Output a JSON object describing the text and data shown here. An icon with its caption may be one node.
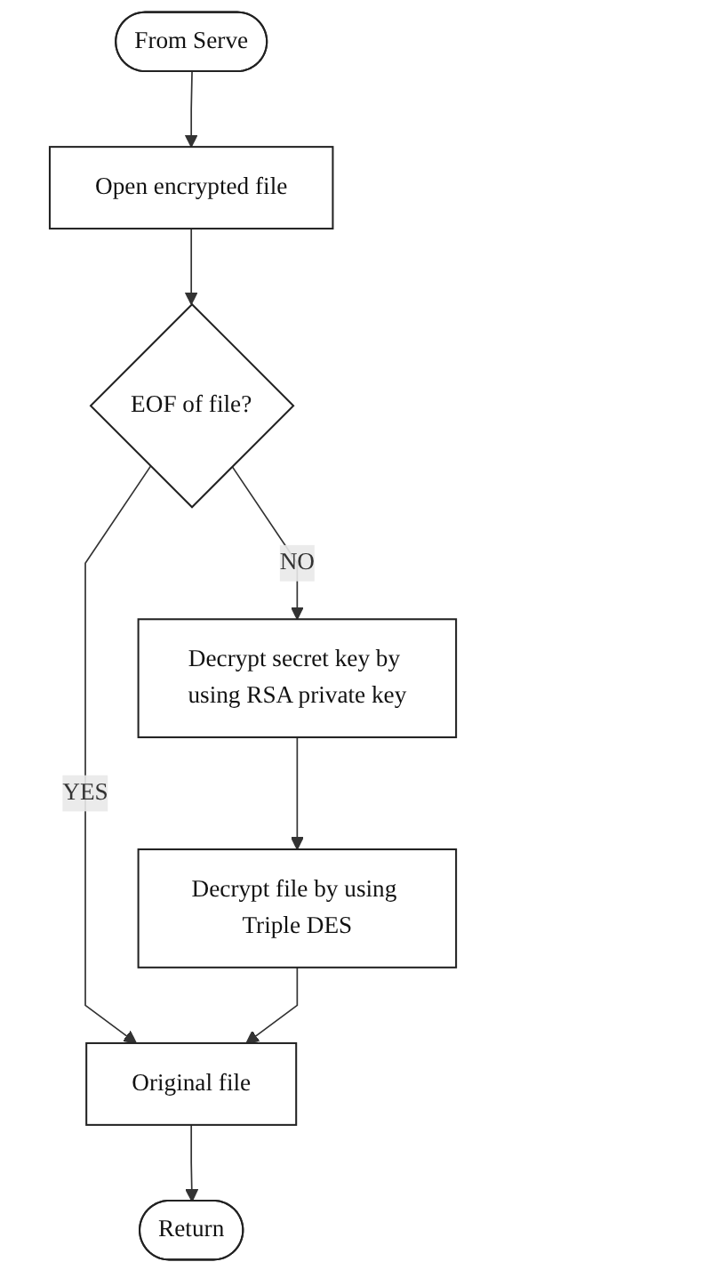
{
  "diagram": {
    "nodes": [
      {
        "text": [
          "From Serve"
        ]
      },
      {
        "text": [
          "Open encrypted file"
        ]
      },
      {
        "text": [
          "EOF of file?"
        ]
      },
      {
        "text": [
          "Decrypt secret key by using RSA private key"
        ]
      },
      {
        "text": [
          "Decrypt file by using Triple DES"
        ]
      },
      {
        "text": [
          "Original file"
        ]
      },
      {
        "text": [
          "Return"
        ]
      }
    ],
    "edges": [
      {
        "from": 0,
        "to": 1,
        "arrow": "to"
      },
      {
        "from": 1,
        "to": 2,
        "arrow": "to"
      },
      {
        "from": 2,
        "to": 5,
        "label": "YES",
        "arrow": "to"
      },
      {
        "from": 2,
        "to": 3,
        "label": "NO",
        "arrow": "to"
      },
      {
        "from": 3,
        "to": 4,
        "arrow": "to"
      },
      {
        "from": 4,
        "to": 5,
        "arrow": "to"
      },
      {
        "from": 5,
        "to": 6,
        "arrow": "to"
      }
    ]
  }
}
